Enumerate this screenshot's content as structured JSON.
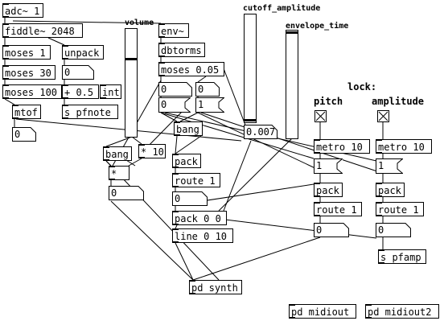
{
  "objects": {
    "adc": "adc~ 1",
    "fiddle": "fiddle~ 2048",
    "moses1": "moses 1",
    "unpack": "unpack",
    "moses30": "moses 30",
    "moses100": "moses 100",
    "plus05": "+ 0.5",
    "int": "int",
    "mtof": "mtof",
    "spfnote": "s pfnote",
    "env": "env~",
    "dbtorms": "dbtorms",
    "moses005": "moses 0.05",
    "times10": "* 10",
    "times": "*",
    "pack1": "pack",
    "route1": "route 1",
    "pack00": "pack 0 0",
    "line010": "line 0 10",
    "pdsynth": "pd synth",
    "pdmidiout": "pd midiout",
    "pdmidiout2": "pd midiout2",
    "metro_pitch": "metro 10",
    "metro_amp": "metro 10",
    "pack_pitch": "pack",
    "pack_amp": "pack",
    "route_pitch": "route 1",
    "route_amp": "route 1",
    "spfamp": "s pfamp"
  },
  "messages": {
    "zero_a": "0",
    "one_a": "1"
  },
  "bangs": {
    "bang_main": "bang",
    "bang_left": "bang"
  },
  "numbers": {
    "n_unpack": "0",
    "n_mtof": "0",
    "n_moses_l": "0",
    "n_moses_r": "0",
    "n_times": "0",
    "n_route": "0",
    "n_cutoff": "0.007",
    "n_metro_pitch": "1",
    "n_metro_amp": "1",
    "n_route_pitch": "0",
    "n_route_amp": "0"
  },
  "comments": {
    "volume": "volume",
    "cutoff": "cutoff_amplitude",
    "envelope": "envelope_time",
    "lock": "lock:",
    "pitch": "pitch",
    "amplitude": "amplitude"
  },
  "sliders": {
    "volume_level": 0.73,
    "cutoff_level": 0.02,
    "envelope_level": 0.99
  },
  "toggles": {
    "pitch_lock": true,
    "amplitude_lock": true
  }
}
